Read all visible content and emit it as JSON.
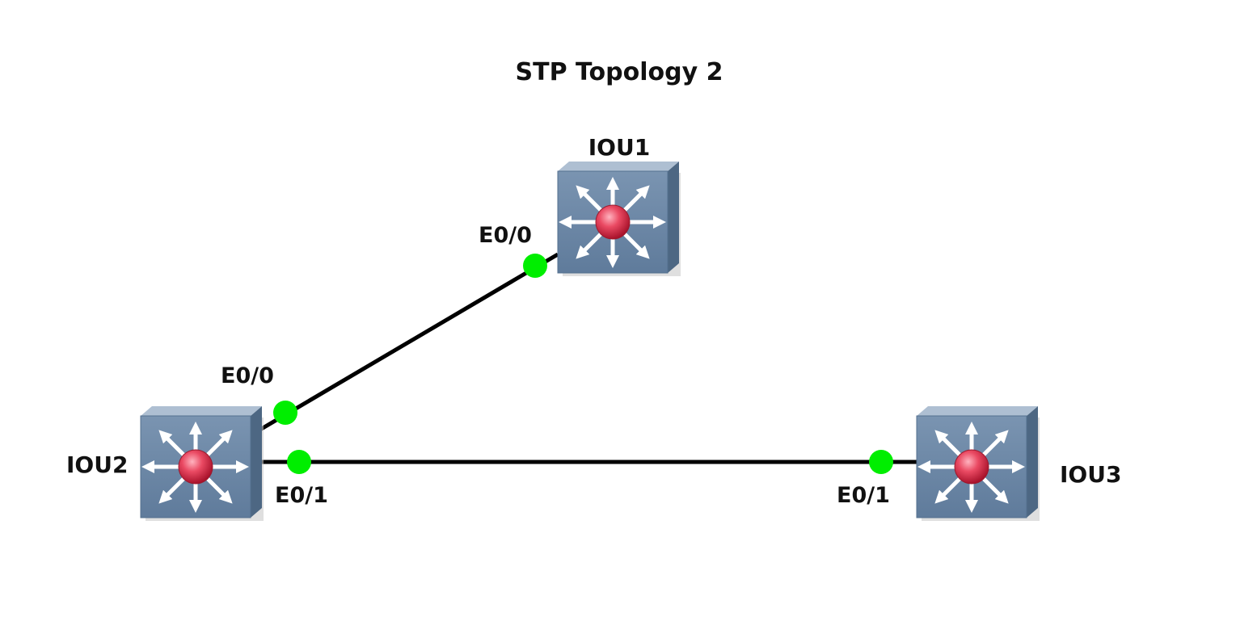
{
  "diagram": {
    "title": "STP Topology 2",
    "nodes": [
      {
        "id": "iou1",
        "label": "IOU1",
        "icon": "layer3-switch-icon"
      },
      {
        "id": "iou2",
        "label": "IOU2",
        "icon": "layer3-switch-icon"
      },
      {
        "id": "iou3",
        "label": "IOU3",
        "icon": "layer3-switch-icon"
      }
    ],
    "links": [
      {
        "from": "iou1",
        "from_port": "E0/0",
        "to": "iou2",
        "to_port": "E0/0",
        "status": "up"
      },
      {
        "from": "iou2",
        "from_port": "E0/1",
        "to": "iou3",
        "to_port": "E0/1",
        "status": "up"
      }
    ],
    "colors": {
      "link": "#000000",
      "port_up": "#00ee00",
      "switch_face": "#6f8aa8",
      "switch_top": "#a9bacd",
      "switch_side": "#4f6986",
      "switch_center": "#e8405a",
      "arrows": "#ffffff"
    }
  }
}
